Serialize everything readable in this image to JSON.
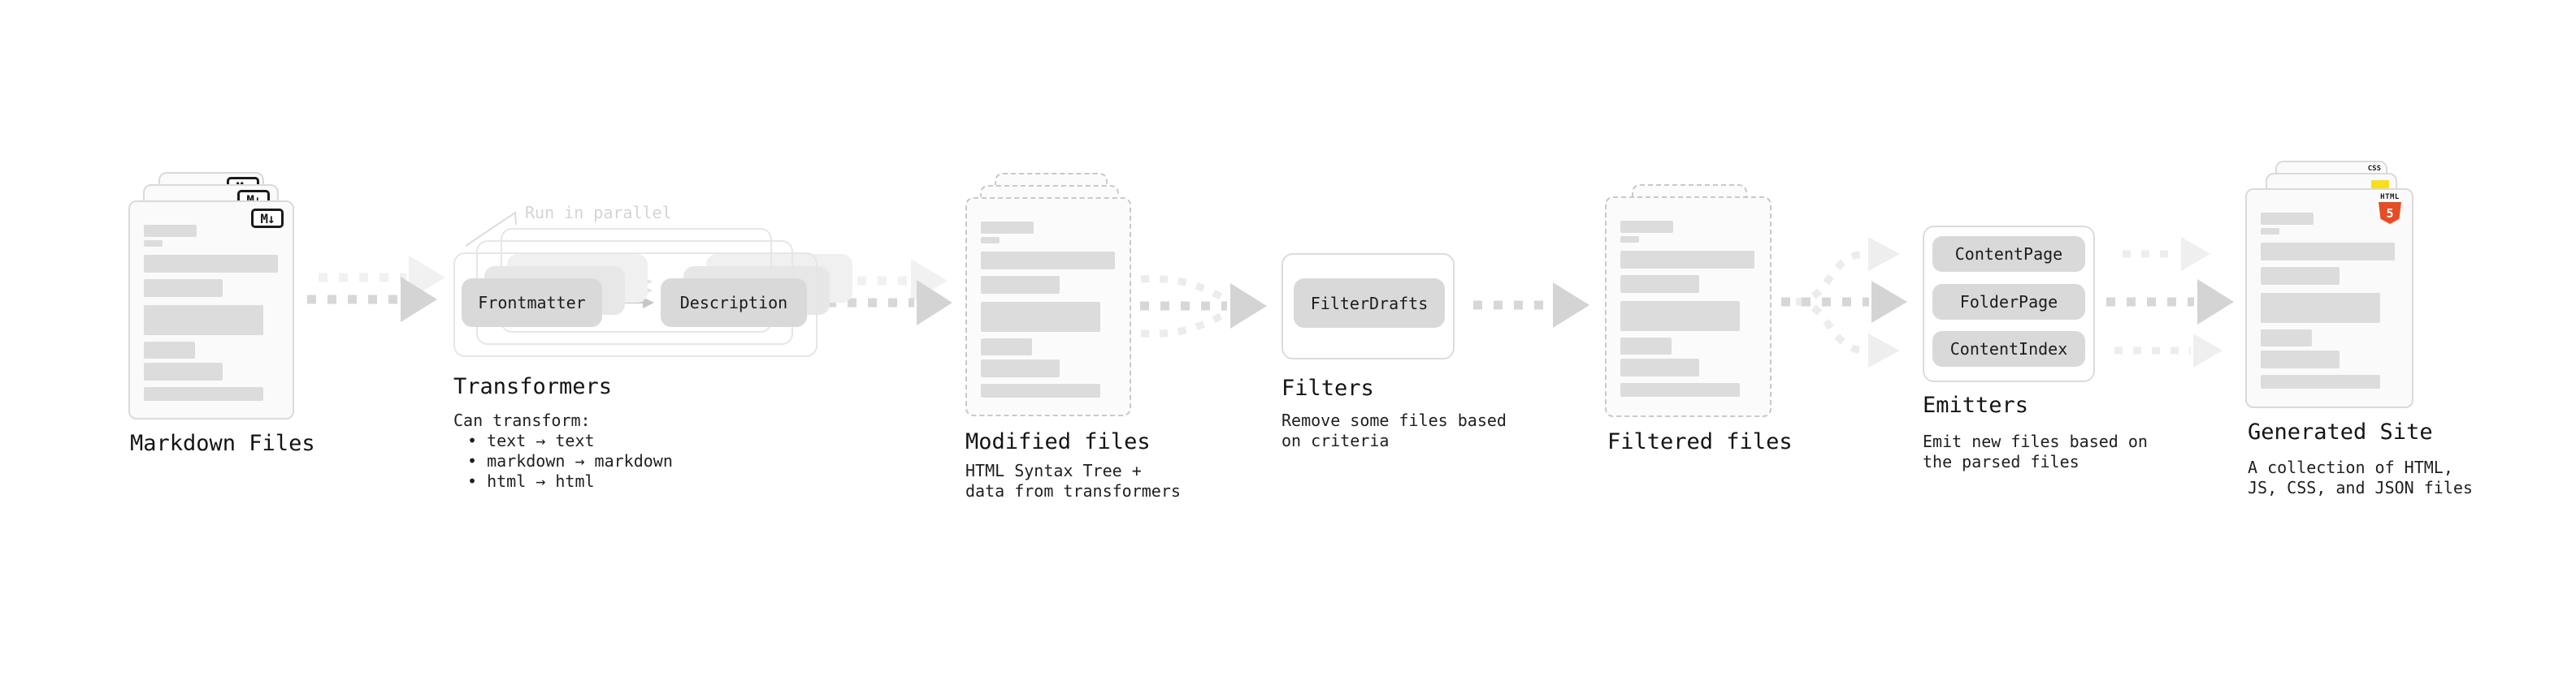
{
  "stages": {
    "markdown_files": {
      "label": "Markdown Files",
      "badge": "M↓"
    },
    "transformers": {
      "annotation": "Run in parallel",
      "pills": [
        "Frontmatter",
        "Description"
      ],
      "label": "Transformers",
      "description": "Can transform:",
      "bullets": [
        "• text → text",
        "• markdown → markdown",
        "• html → html"
      ]
    },
    "modified_files": {
      "label": "Modified files",
      "description_lines": [
        "HTML Syntax Tree +",
        "data from transformers"
      ]
    },
    "filters": {
      "pills": [
        "FilterDrafts"
      ],
      "label": "Filters",
      "description_lines": [
        "Remove some files based",
        "on criteria"
      ]
    },
    "filtered_files": {
      "label": "Filtered files"
    },
    "emitters": {
      "pills": [
        "ContentPage",
        "FolderPage",
        "ContentIndex"
      ],
      "label": "Emitters",
      "description_lines": [
        "Emit new files based on",
        "the parsed files"
      ]
    },
    "generated_site": {
      "label": "Generated Site",
      "badges": {
        "css_label": "CSS",
        "html_label": "HTML",
        "html_number": "5"
      },
      "description_lines": [
        "A collection of HTML,",
        "JS, CSS, and JSON files"
      ]
    }
  },
  "colors": {
    "html5_orange": "#e44d26",
    "js_yellow": "#f7df1e",
    "css_blue": "#2f6be0",
    "arrow_gray": "#d4d4d4",
    "annotation_gray": "#d4d4d4",
    "text_dark": "#141414"
  }
}
